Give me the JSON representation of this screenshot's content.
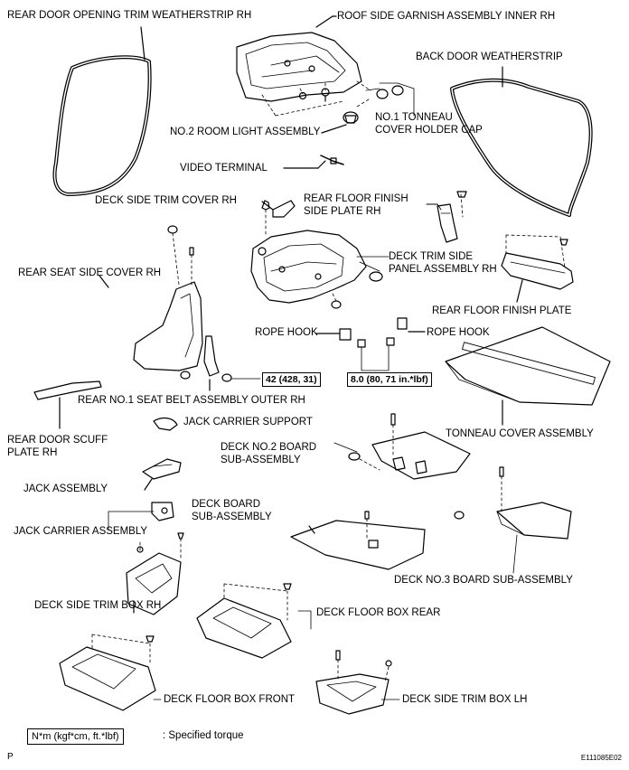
{
  "labels": {
    "rear_door_weatherstrip": "REAR DOOR OPENING TRIM WEATHERSTRIP RH",
    "roof_side_garnish": "ROOF SIDE GARNISH ASSEMBLY INNER RH",
    "back_door_weatherstrip": "BACK DOOR WEATHERSTRIP",
    "tonneau_holder_cap_1": "NO.1 TONNEAU",
    "tonneau_holder_cap_2": "COVER HOLDER CAP",
    "room_light": "NO.2 ROOM LIGHT ASSEMBLY",
    "video_terminal": "VIDEO TERMINAL",
    "deck_side_trim_cover": "DECK SIDE TRIM COVER RH",
    "rear_floor_finish_side_1": "REAR FLOOR FINISH",
    "rear_floor_finish_side_2": "SIDE PLATE RH",
    "deck_trim_side_1": "DECK TRIM SIDE",
    "deck_trim_side_2": "PANEL ASSEMBLY RH",
    "rear_seat_side_cover": "REAR SEAT SIDE COVER RH",
    "rear_floor_finish_plate": "REAR FLOOR FINISH PLATE",
    "rope_hook_left": "ROPE HOOK",
    "rope_hook_right": "ROPE HOOK",
    "seat_belt_outer": "REAR NO.1 SEAT BELT ASSEMBLY OUTER RH",
    "jack_carrier_support": "JACK CARRIER SUPPORT",
    "tonneau_cover": "TONNEAU COVER ASSEMBLY",
    "rear_door_scuff_1": "REAR DOOR SCUFF",
    "rear_door_scuff_2": "PLATE RH",
    "deck_no2_board_1": "DECK NO.2 BOARD",
    "deck_no2_board_2": "SUB-ASSEMBLY",
    "jack_assembly": "JACK ASSEMBLY",
    "deck_board_1": "DECK BOARD",
    "deck_board_2": "SUB-ASSEMBLY",
    "jack_carrier": "JACK CARRIER ASSEMBLY",
    "deck_no3_board": "DECK NO.3 BOARD SUB-ASSEMBLY",
    "deck_side_trim_box_rh": "DECK SIDE TRIM BOX RH",
    "deck_floor_box_rear": "DECK FLOOR BOX REAR",
    "deck_floor_box_front": "DECK FLOOR BOX FRONT",
    "deck_side_trim_box_lh": "DECK SIDE TRIM BOX LH"
  },
  "torques": {
    "seat_belt": "42 (428, 31)",
    "rope_hook": "8.0 (80, 71 in.*lbf)"
  },
  "legend": {
    "unit": "N*m (kgf*cm, ft.*lbf)",
    "text": ": Specified torque"
  },
  "footer": {
    "corner_mark": "P",
    "figure_code": "E111085E02"
  }
}
